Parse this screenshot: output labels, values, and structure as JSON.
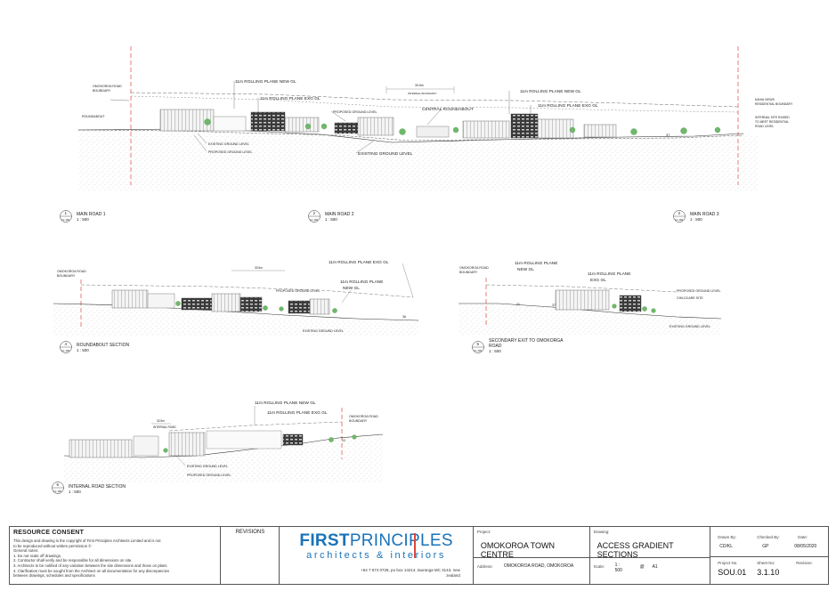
{
  "sections": {
    "s1": {
      "num": "1",
      "ref": "3.1.10B",
      "title": "MAIN ROAD 1",
      "scale": "1 : 500"
    },
    "s2": {
      "num": "2",
      "ref": "3.1.10B",
      "title": "MAIN ROAD 2",
      "scale": "1 : 500"
    },
    "s3": {
      "num": "3",
      "ref": "3.1.10B",
      "title": "MAIN ROAD 3",
      "scale": "1 : 500"
    },
    "s4": {
      "num": "4",
      "ref": "3.1.10B",
      "title": "ROUNDABOUT SECTION",
      "scale": "1 : 500"
    },
    "s5": {
      "num": "5",
      "ref": "3.1.10B",
      "title_line1": "SECONDARY EXIT TO OMOKORGA",
      "title_line2": "ROAD",
      "scale": "1 : 500"
    },
    "s6": {
      "num": "6",
      "ref": "3.1.10B",
      "title": "INTERNAL ROAD SECTION",
      "scale": "1 : 500"
    }
  },
  "labels": {
    "omokoroa_boundary_1": "OMOKOROA ROAD",
    "omokoroa_boundary_2": "BOUNDARY",
    "roundabout": "ROUNDABOUT",
    "rolling_new": "11m ROLLING PLANE NEW GL",
    "rolling_exg": "11m ROLLING PLANE EXG GL",
    "proposed_gl": "PROPOSED GROUND LEVEL",
    "existing_gl": "EXISTING GROUND LEVEL",
    "central_roundabout": "CENTRAL ROUNDABOUT",
    "internal_boundary": "INTERNAL BOUNDARY",
    "kahia_1": "KAHIA VIEWS",
    "kahia_2": "RESIDENTIAL BOUNDARY",
    "internal_site_1": "INTERNAL SITE RAISED",
    "internal_site_2": "TO MEET RESIDENTIAL",
    "internal_site_3": "ROAD LEVEL",
    "rolling_new_l1": "11m ROLLING PLANE",
    "rolling_new_l2": "NEW GL",
    "rolling_exg_l2": "EXG GL",
    "childcare": "CHILDCARE SITE",
    "boundary": "BOUNDARY",
    "internal_road": "INTERNAL ROAD",
    "dim_30m": "30.5m",
    "dim_37": "37",
    "dim_20": "20",
    "dim_36": "36",
    "dim_12": "12",
    "dim_21": "21"
  },
  "title_block": {
    "resource_consent": "RESOURCE CONSENT",
    "notes": [
      "This design and drawing is the copyright of First Principles Architects Limited and is not",
      "to be reproduced without written permission ©",
      "General notes:",
      "1. Do not scale off drawings.",
      "2. Contractor shall verify and be responsible for all dimensions on site.",
      "3. Architects to be notified of any variation between the site dimensions and those on plans.",
      "4. Clarification must be sought from the Architect on all documentation for any discrepancies",
      "    between drawings, schedules and specifications"
    ],
    "revisions": "REVISIONS",
    "logo_first": "FIRST",
    "logo_principles": "PRINCIPLES",
    "logo_sub": "architects & interiors",
    "address_line1": "+64 7 574 0728, po box 14214, tauranga MC 3143, new",
    "address_line2": "zealand",
    "project_label": "Project:",
    "project_value": "OMOKOROA TOWN CENTRE",
    "address_label": "Address:",
    "address_value": "OMOKOROA ROAD, OMOKOROA",
    "drawing_label": "Drawing:",
    "drawing_value": "ACCESS GRADIENT SECTIONS",
    "scale_label": "Scale:",
    "scale_value_1": "1 :",
    "scale_value_2": "500",
    "at_sign": "@",
    "paper": "A1",
    "drawn_by_label": "Drawn By:",
    "drawn_by_value": "CD/KL",
    "checked_by_label": "Checked By:",
    "checked_by_value": "GP",
    "date_label": "Date:",
    "date_value": "08/05/2020",
    "project_no_label": "Project No.",
    "project_no_value": "SOU.01",
    "sheet_no_label": "Sheet No:",
    "sheet_no_value": "3.1.10",
    "revision_label": "Revision:",
    "revision_value": ""
  }
}
